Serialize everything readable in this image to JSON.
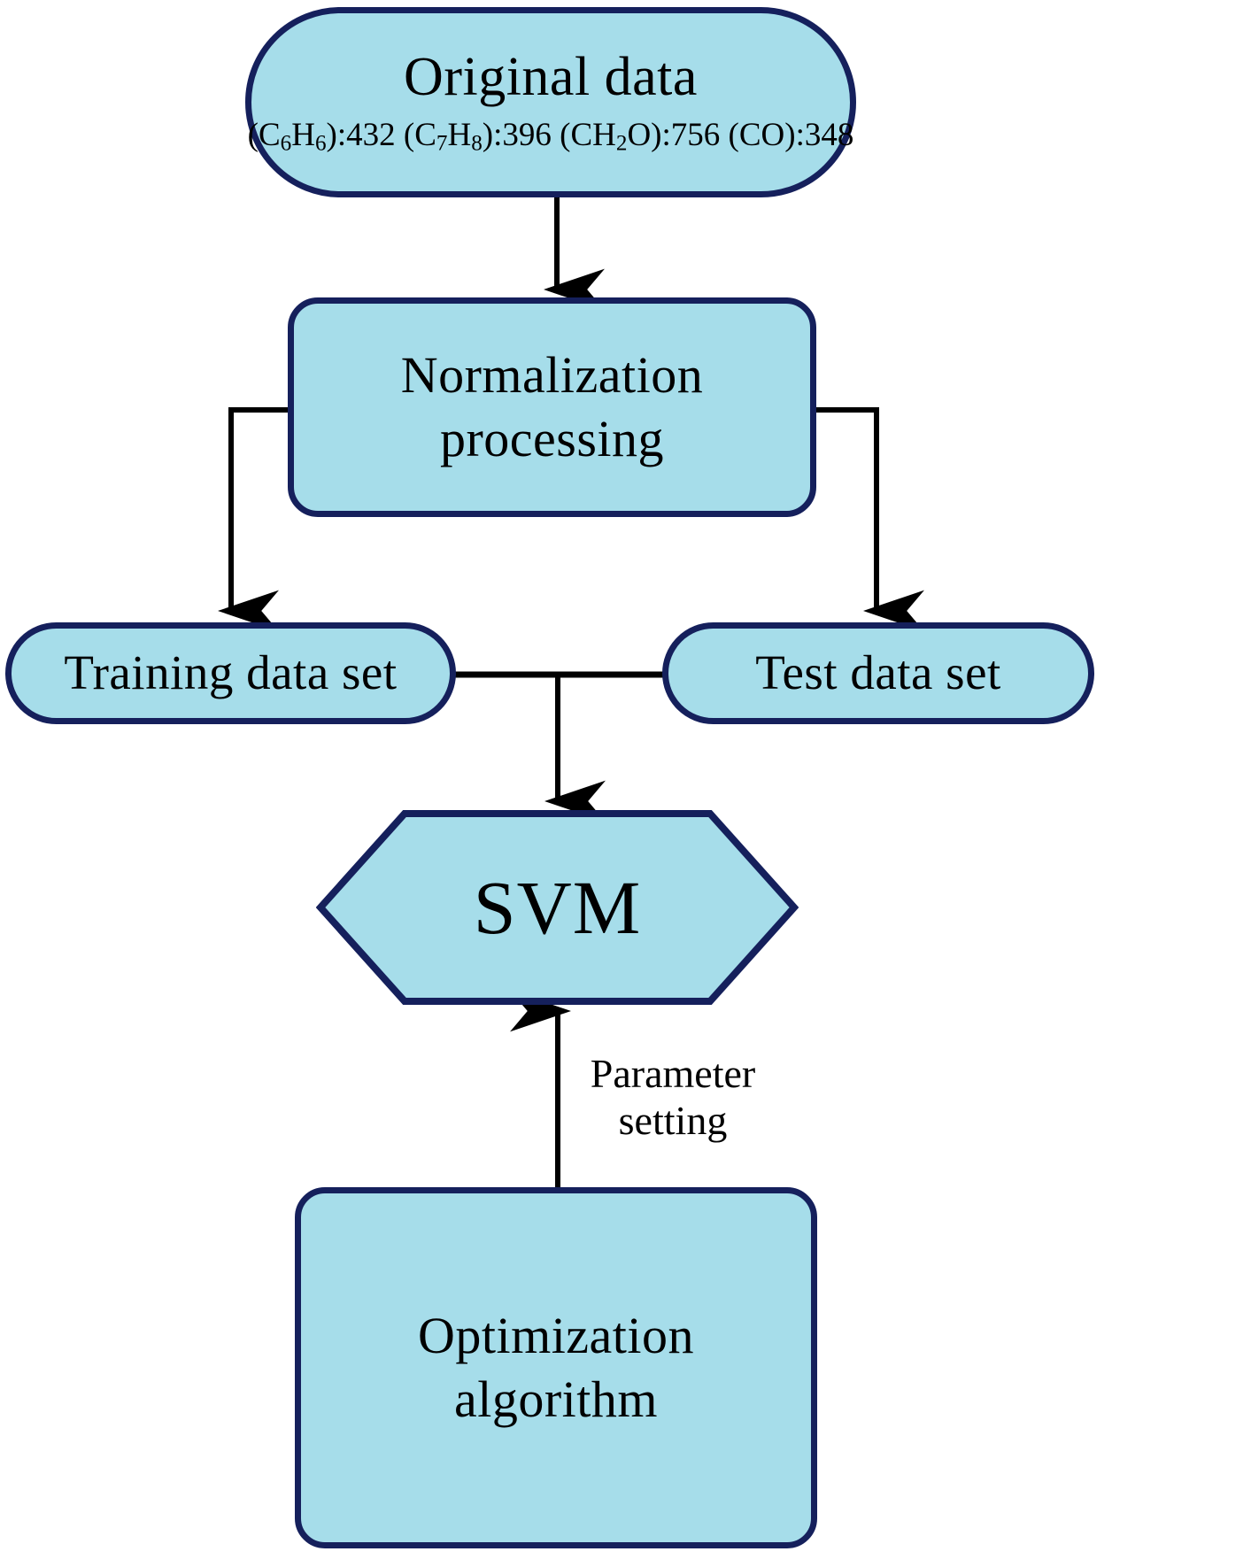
{
  "diagram": {
    "type": "flowchart",
    "title": "SVM modelling workflow",
    "colors": {
      "node_fill": "#A6DDEA",
      "node_border": "#15205C",
      "connector": "#000000",
      "text": "#000000",
      "background": "#FFFFFF"
    },
    "nodes": {
      "original_data": {
        "shape": "stadium",
        "title": "Original data",
        "subtitle_parts": [
          {
            "formula": "(C",
            "sub": "6",
            "tail": "H"
          },
          {
            "sub2": "6",
            "tail2": "):432"
          }
        ],
        "subtitle_plain": "(C6H6):432 (C7H8):396 (CH2O):756 (CO):348",
        "measurements": [
          {
            "species": "C6H6",
            "value": "432"
          },
          {
            "species": "C7H8",
            "value": "396"
          },
          {
            "species": "CH2O",
            "value": "756"
          },
          {
            "species": "CO",
            "value": "348"
          }
        ]
      },
      "normalization": {
        "shape": "rounded-rect",
        "line1": "Normalization",
        "line2": "processing"
      },
      "training_data": {
        "shape": "stadium",
        "title": "Training data set"
      },
      "test_data": {
        "shape": "stadium",
        "title": "Test data set"
      },
      "svm": {
        "shape": "hexagon",
        "title": "SVM"
      },
      "optimization": {
        "shape": "rounded-rect",
        "line1": "Optimization",
        "line2": "algorithm"
      }
    },
    "edges": {
      "parameter_setting": {
        "line1": "Parameter",
        "line2": "setting"
      }
    }
  }
}
